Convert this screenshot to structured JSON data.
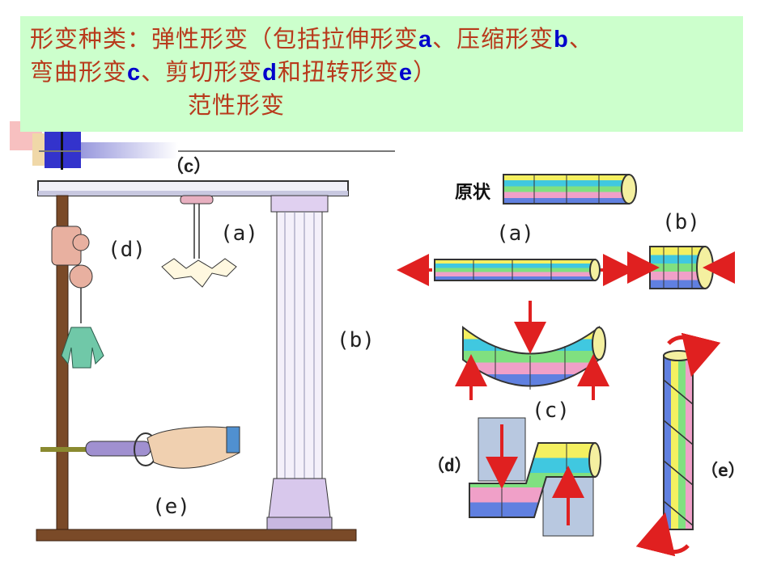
{
  "header": {
    "line1_prefix": "形变种类：弹性形变（包括拉伸形变",
    "a": "a",
    "line1_mid": "、压缩形变",
    "b": "b",
    "line1_end": "、",
    "line2_prefix": "弯曲形变",
    "c": "c",
    "line2_mid1": "、剪切形变",
    "d": "d",
    "line2_mid2": "和扭转形变",
    "e": "e",
    "line2_end": "）",
    "line3": "范性形变"
  },
  "left_figure": {
    "label_c": "（c）",
    "label_a": "(a)",
    "label_d": "(d)",
    "label_b": "(b)",
    "label_e": "(e)"
  },
  "right_figure": {
    "original_label": "原状",
    "label_a": "(a)",
    "label_b": "(b)",
    "label_c": "(c)",
    "label_d": "（d）",
    "label_e": "（e）"
  },
  "colors": {
    "header_bg": "#ccffcc",
    "header_text": "#b83a1c",
    "letter_blue": "#0000cc",
    "arrow_red": "#e02020",
    "stripe_yellow": "#f4f060",
    "stripe_cyan": "#40c8e0",
    "stripe_green": "#80e080",
    "stripe_pink": "#f0a0c8",
    "stripe_blue": "#6080e0"
  }
}
